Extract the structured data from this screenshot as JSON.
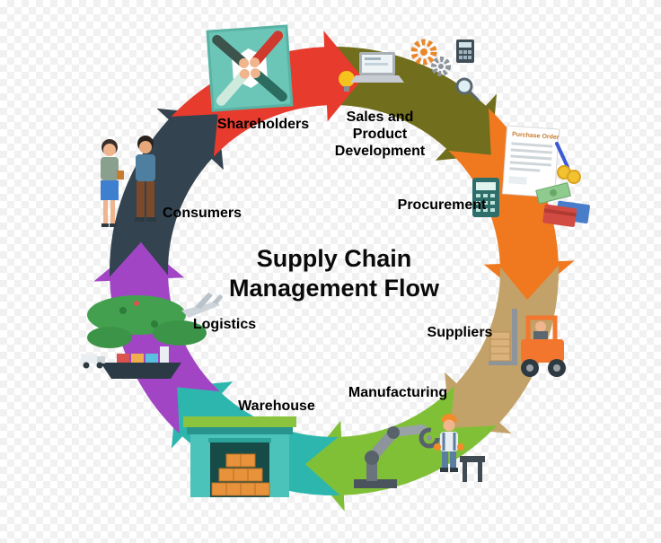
{
  "title": {
    "line1": "Supply Chain",
    "line2": "Management Flow"
  },
  "segments": [
    {
      "name": "sales",
      "label": "Sales and Product Development",
      "color": "#716f1d",
      "rotation": 22.5
    },
    {
      "name": "procurement",
      "label": "Procurement",
      "color": "#f0791f",
      "rotation": 67.5
    },
    {
      "name": "suppliers",
      "label": "Suppliers",
      "color": "#c3a269",
      "rotation": 112.5
    },
    {
      "name": "manufacturing",
      "label": "Manufacturing",
      "color": "#80c037",
      "rotation": 157.5
    },
    {
      "name": "warehouse",
      "label": "Warehouse",
      "color": "#2db6ae",
      "rotation": 202.5
    },
    {
      "name": "logistics",
      "label": "Logistics",
      "color": "#a145c5",
      "rotation": 247.5
    },
    {
      "name": "consumers",
      "label": "Consumers",
      "color": "#33434f",
      "rotation": 292.5
    },
    {
      "name": "shareholders",
      "label": "Shareholders",
      "color": "#e73b2d",
      "rotation": 337.5
    }
  ],
  "document_title": "Purchase Order",
  "icons": {
    "shareholders": "teamwork-hands-icon",
    "sales": "laptop-idea-gears-icon",
    "procurement": "purchase-order-calculator-icon",
    "suppliers": "forklift-icon",
    "manufacturing": "robot-arm-worker-icon",
    "warehouse": "warehouse-boxes-icon",
    "logistics": "ship-plane-map-icon",
    "consumers": "people-icon"
  }
}
